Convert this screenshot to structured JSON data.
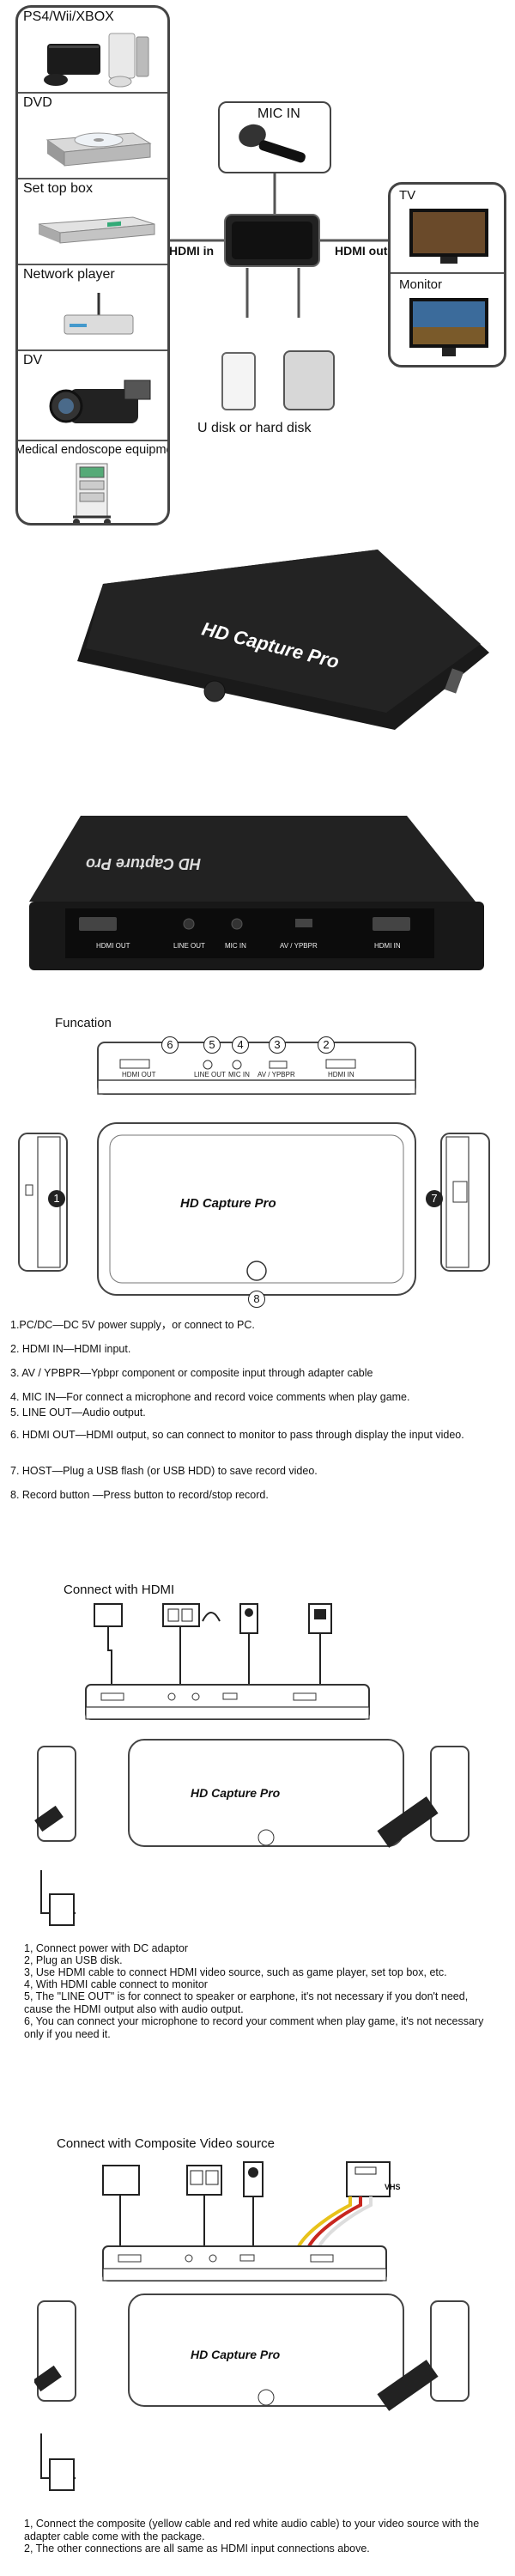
{
  "sources": {
    "items": [
      {
        "label": "PS4/Wii/XBOX",
        "icon": "game-console-icon"
      },
      {
        "label": "DVD",
        "icon": "dvd-player-icon"
      },
      {
        "label": "Set top box",
        "icon": "set-top-box-icon"
      },
      {
        "label": "Network player",
        "icon": "network-player-icon"
      },
      {
        "label": "DV",
        "icon": "camcorder-icon"
      },
      {
        "label": "Medical endoscope equipment",
        "icon": "endoscope-cart-icon"
      }
    ]
  },
  "connection": {
    "mic_in": "MIC IN",
    "hdmi_in": "HDMI in",
    "hdmi_out": "HDMI out",
    "storage_label": "U disk or hard disk"
  },
  "outputs": {
    "items": [
      {
        "label": "TV",
        "icon": "tv-icon"
      },
      {
        "label": "Monitor",
        "icon": "monitor-icon"
      }
    ]
  },
  "device": {
    "brand": "HD Capture Pro",
    "ports": [
      "HDMI OUT",
      "LINE OUT",
      "MIC IN",
      "AV / YPBPR",
      "HDMI IN"
    ]
  },
  "function_section": {
    "title": "Funcation",
    "port_numbers": [
      "6",
      "5",
      "4",
      "3",
      "2"
    ],
    "side_numbers": [
      "1",
      "7",
      "8"
    ],
    "descriptions": [
      "1.PC/DC—DC 5V power supply，or connect to PC.",
      "2. HDMI IN—HDMI input.",
      "3. AV / YPBPR—Ypbpr component or composite input through adapter cable",
      "4. MIC IN—For connect a microphone and record voice comments when play game.",
      "5. LINE OUT—Audio output.",
      "6. HDMI OUT—HDMI output, so can connect to monitor to pass through display the input video.",
      "7. HOST—Plug a USB flash (or USB HDD) to save record video.",
      "8. Record button —Press button to record/stop record."
    ]
  },
  "hdmi_section": {
    "title": "Connect with HDMI",
    "steps": [
      "1, Connect power with DC adaptor",
      "2, Plug an USB disk.",
      "3, Use HDMI cable to connect HDMI video source, such as game player, set top box, etc.",
      "4, With HDMI cable connect to monitor",
      "5, The \"LINE OUT\" is for connect to speaker or earphone, it's not necessary if you don't need, cause the HDMI output also with audio output.",
      "6, You can connect your microphone to record your comment when play game, it's not necessary only if you need it."
    ]
  },
  "composite_section": {
    "title": "Connect with Composite Video source",
    "vhs_label": "VHS",
    "steps": [
      "1, Connect the composite (yellow cable and red white audio cable) to your video source with the adapter cable come with the package.",
      "2, The other connections are all same as HDMI input connections above."
    ]
  },
  "colors": {
    "device_body": "#1e1e1e",
    "outline": "#444444",
    "cable_yellow": "#e8c21a",
    "cable_red": "#c8261e"
  }
}
